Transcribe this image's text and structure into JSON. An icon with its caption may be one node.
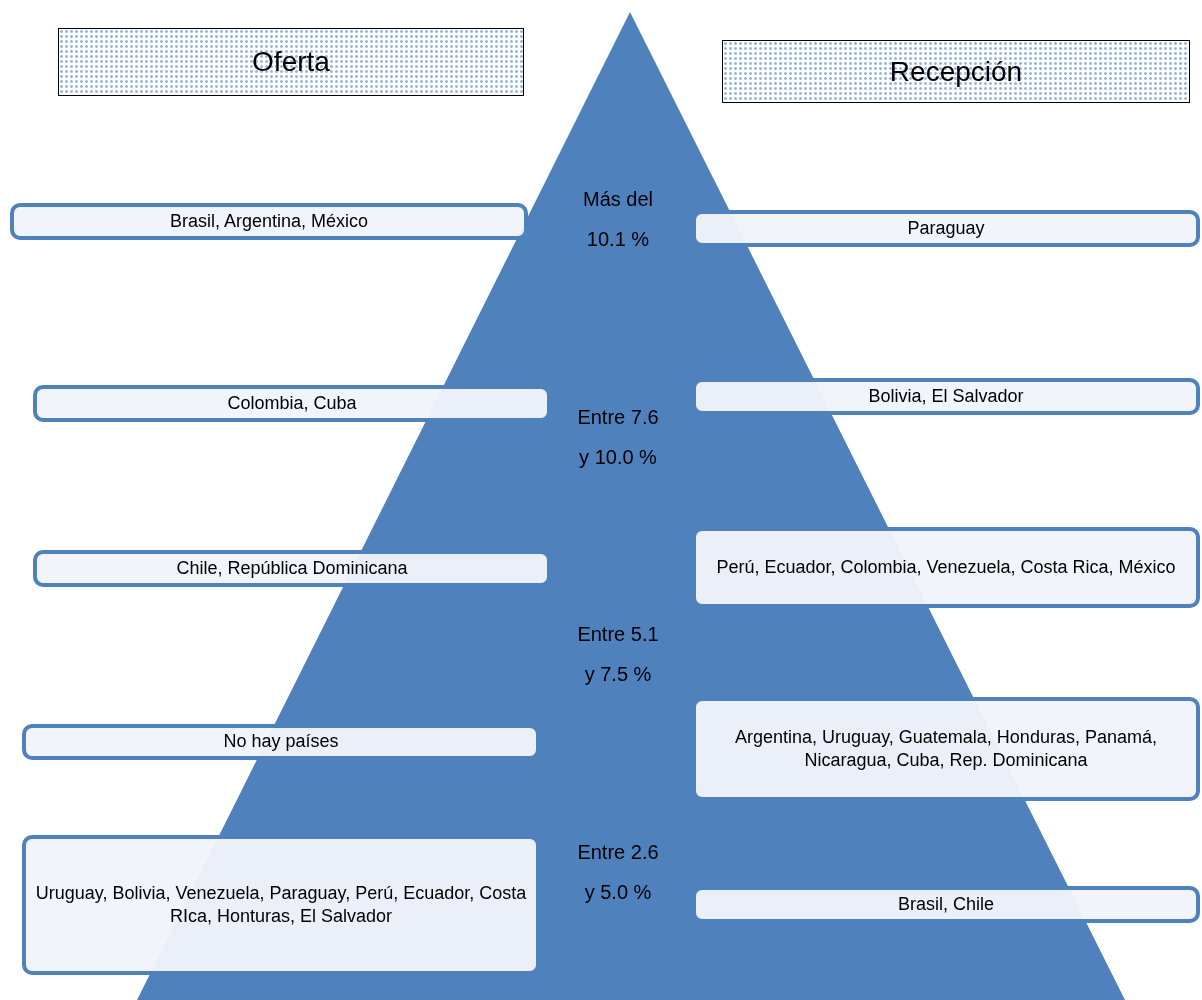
{
  "diagram": {
    "nodes": [
      {
        "text": [
          "Más del 10.1 %",
          "Entre 7.6 y 10.0 %",
          "Entre 5.1 y 7.5 %",
          "Entre 2.6 y 5.0 %"
        ]
      },
      {
        "text": [
          "Oferta"
        ]
      },
      {
        "text": [
          "Recepción"
        ]
      },
      {
        "text": [
          "Brasil, Argentina, México"
        ]
      },
      {
        "text": [
          "Paraguay"
        ]
      },
      {
        "text": [
          "Colombia, Cuba"
        ]
      },
      {
        "text": [
          "Bolivia, El Salvador"
        ]
      },
      {
        "text": [
          "Chile, República Dominicana"
        ]
      },
      {
        "text": [
          "Perú, Ecuador, Colombia, Venezuela, Costa Rica, México"
        ]
      },
      {
        "text": [
          "No hay países"
        ]
      },
      {
        "text": [
          "Argentina, Uruguay, Guatemala, Honduras, Panamá, Nicaragua, Cuba, Rep. Dominicana"
        ]
      },
      {
        "text": [
          "Uruguay, Bolivia, Venezuela, Paraguay, Perú, Ecuador, Costa RIca, Honturas, El Salvador"
        ]
      },
      {
        "text": [
          "Brasil, Chile"
        ]
      }
    ]
  }
}
